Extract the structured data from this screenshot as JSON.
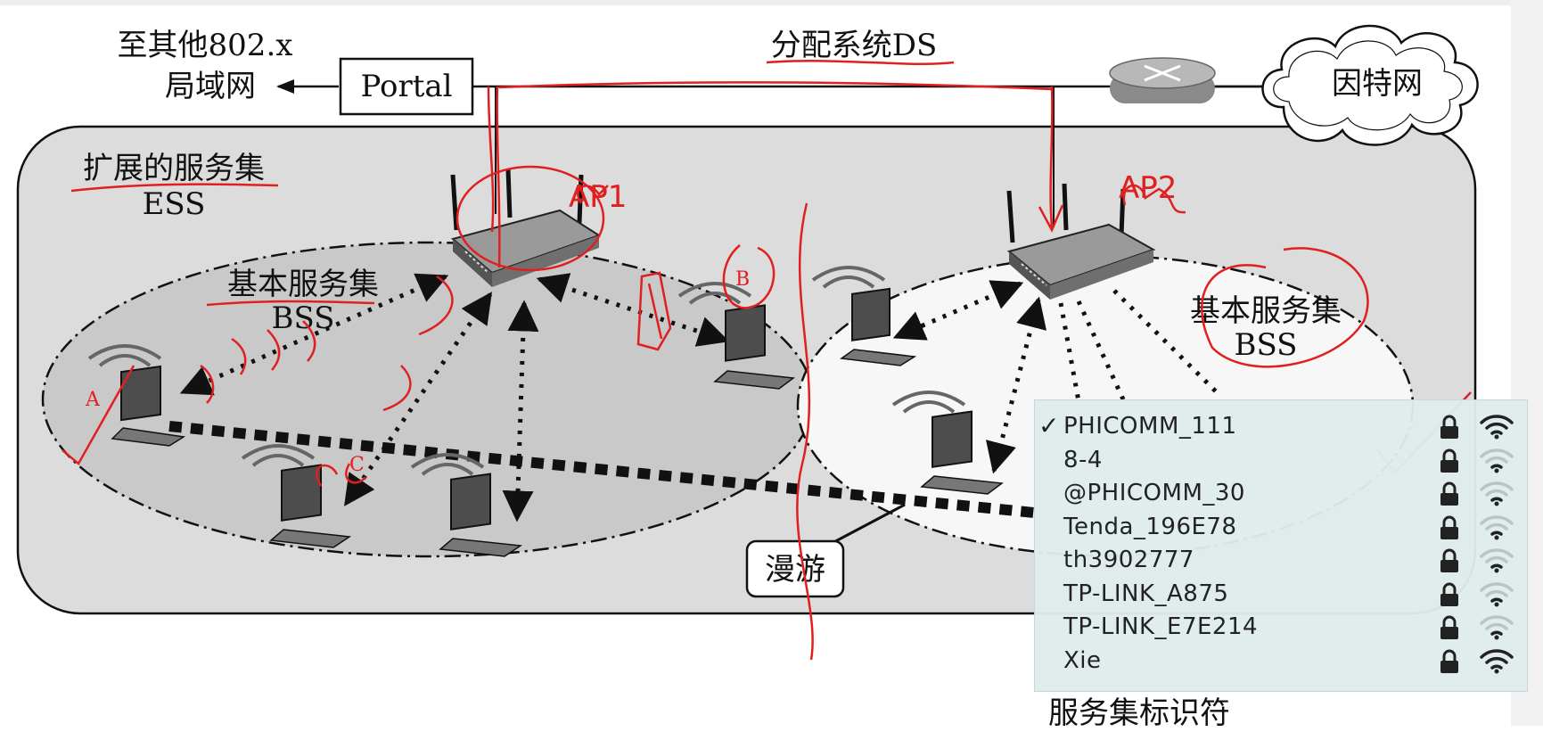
{
  "diagram": {
    "left_network_label": [
      "至其他802.x",
      "局域网"
    ],
    "portal_label": "Portal",
    "ds_label": "分配系统DS",
    "internet_label": "因特网",
    "ess_label": [
      "扩展的服务集",
      "ESS"
    ],
    "bss_left_label": [
      "基本服务集",
      "BSS"
    ],
    "bss_right_label": [
      "基本服务集",
      "BSS"
    ],
    "roaming_label": "漫游",
    "annotations": {
      "ap1": "AP1",
      "ap2": "AP2",
      "station_a": "A",
      "station_b": "B",
      "station_c": "C"
    }
  },
  "wifi_menu": {
    "networks": [
      {
        "ssid": "PHICOMM_111",
        "connected": true,
        "locked": true,
        "strength": 3
      },
      {
        "ssid": "8-4",
        "connected": false,
        "locked": true,
        "strength": 1
      },
      {
        "ssid": "@PHICOMM_30",
        "connected": false,
        "locked": true,
        "strength": 1
      },
      {
        "ssid": "Tenda_196E78",
        "connected": false,
        "locked": true,
        "strength": 1
      },
      {
        "ssid": "th3902777",
        "connected": false,
        "locked": true,
        "strength": 1
      },
      {
        "ssid": "TP-LINK_A875",
        "connected": false,
        "locked": true,
        "strength": 1
      },
      {
        "ssid": "TP-LINK_E7E214",
        "connected": false,
        "locked": true,
        "strength": 1
      },
      {
        "ssid": "Xie",
        "connected": false,
        "locked": true,
        "strength": 3
      }
    ],
    "check_glyph": "✓",
    "caption": "服务集标识符"
  },
  "colors": {
    "ess_fill": "#dcdcdc",
    "bss_left_fill": "#cfcfcf",
    "bss_right_fill": "#f7f7f7",
    "annotation_red": "#e02020"
  }
}
